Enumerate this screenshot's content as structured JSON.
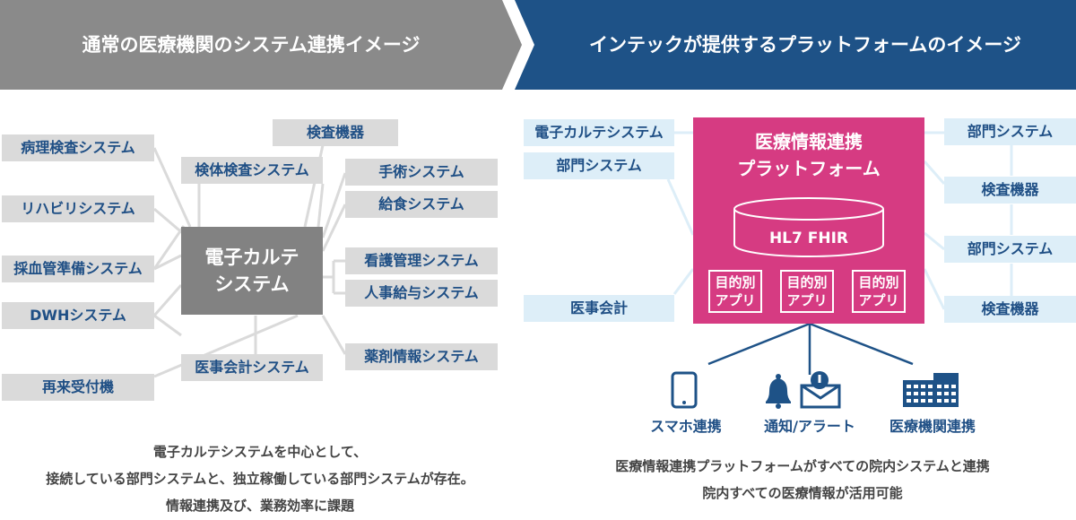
{
  "banners": {
    "left_title": "通常の医療機関のシステム連携イメージ",
    "right_title": "インテックが提供するプラットフォームのイメージ",
    "left_color": "#8a8a8a",
    "right_color": "#1e5287"
  },
  "left_diagram": {
    "center_line1": "電子カルテ",
    "center_line2": "システム",
    "boxes": {
      "pathology": "病理検査システム",
      "rehab": "リハビリシステム",
      "blood_prep": "採血管準備システム",
      "dwh": "DWHシステム",
      "reception": "再来受付機",
      "specimen": "検体検査システム",
      "equipment": "検査機器",
      "surgery": "手術システム",
      "meal": "給食システム",
      "nursing": "看護管理システム",
      "payroll": "人事給与システム",
      "pharmacy": "薬剤情報システム",
      "billing": "医事会計システム"
    },
    "caption": [
      "電子カルテシステムを中心として、",
      "接続している部門システムと、独立稼働している部門システムが存在。",
      "情報連携及び、業務効率に課題"
    ]
  },
  "right_diagram": {
    "platform_line1": "医療情報連携",
    "platform_line2": "プラットフォーム",
    "db_label": "HL7 FHIR",
    "app_line1": "目的別",
    "app_line2": "アプリ",
    "left_boxes": {
      "emr": "電子カルテシステム",
      "dept": "部門システム",
      "billing": "医事会計"
    },
    "right_boxes": {
      "dept1": "部門システム",
      "equip1": "検査機器",
      "dept2": "部門システム",
      "equip2": "検査機器"
    },
    "outputs": {
      "smartphone": "スマホ連携",
      "notify": "通知/アラート",
      "hospital": "医療機関連携"
    },
    "caption": [
      "医療情報連携プラットフォームがすべての院内システムと連携",
      "院内すべての医療情報が活用可能"
    ],
    "platform_color": "#d63b82",
    "box_color": "#ddeef8",
    "text_color": "#1f4f85"
  }
}
